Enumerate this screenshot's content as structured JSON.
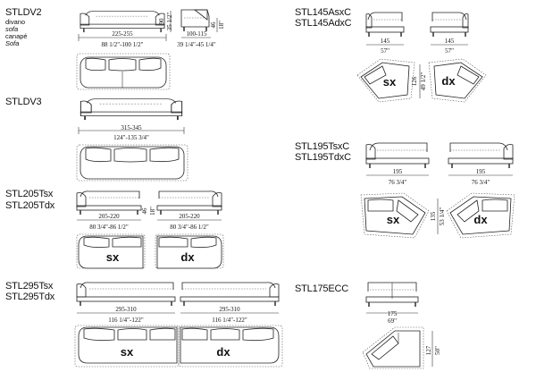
{
  "models": {
    "stldv2": {
      "code": "STLDV2",
      "sub1": "divano",
      "sub2": "sofa",
      "sub3": "canapé",
      "sub4": "Sofa",
      "w_cm": "225-255",
      "w_in": "88 1/2\"-100 1/2\"",
      "h_cm": "90",
      "h_in": "35 1/2\"",
      "d_cm": "100-115",
      "d_in": "39 1/4\"-45 1/4\"",
      "s_cm": "46",
      "s_in": "18\""
    },
    "stldv3": {
      "code": "STLDV3",
      "w_cm": "315-345",
      "w_in": "124\"-135 3/4\""
    },
    "stl205": {
      "code1": "STL205Tsx",
      "code2": "STL205Tdx",
      "w1_cm": "205-220",
      "w1_in": "80 3/4\"-86 1/2\"",
      "w2_cm": "205-220",
      "w2_in": "80 3/4\"-86 1/2\"",
      "s_cm": "46",
      "s_in": "18\"",
      "sx": "sx",
      "dx": "dx"
    },
    "stl295": {
      "code1": "STL295Tsx",
      "code2": "STL295Tdx",
      "w1_cm": "295-310",
      "w1_in": "116 1/4\"-122\"",
      "w2_cm": "295-310",
      "w2_in": "116 1/4\"-122\"",
      "sx": "sx",
      "dx": "dx"
    },
    "stl145": {
      "code1": "STL145AsxC",
      "code2": "STL145AdxC",
      "w1_cm": "145",
      "w1_in": "57\"",
      "w2_cm": "145",
      "w2_in": "57\"",
      "d_cm": "126",
      "d_in": "49 1/2\"",
      "sx": "sx",
      "dx": "dx"
    },
    "stl195": {
      "code1": "STL195TsxC",
      "code2": "STL195TdxC",
      "w1_cm": "195",
      "w1_in": "76 3/4\"",
      "w2_cm": "195",
      "w2_in": "76 3/4\"",
      "d_cm": "135",
      "d_in": "53 1/4\"",
      "sx": "sx",
      "dx": "dx"
    },
    "stl175": {
      "code": "STL175ECC",
      "w_cm": "175",
      "w_in": "69\"",
      "d_cm": "127",
      "d_in": "50\""
    }
  }
}
